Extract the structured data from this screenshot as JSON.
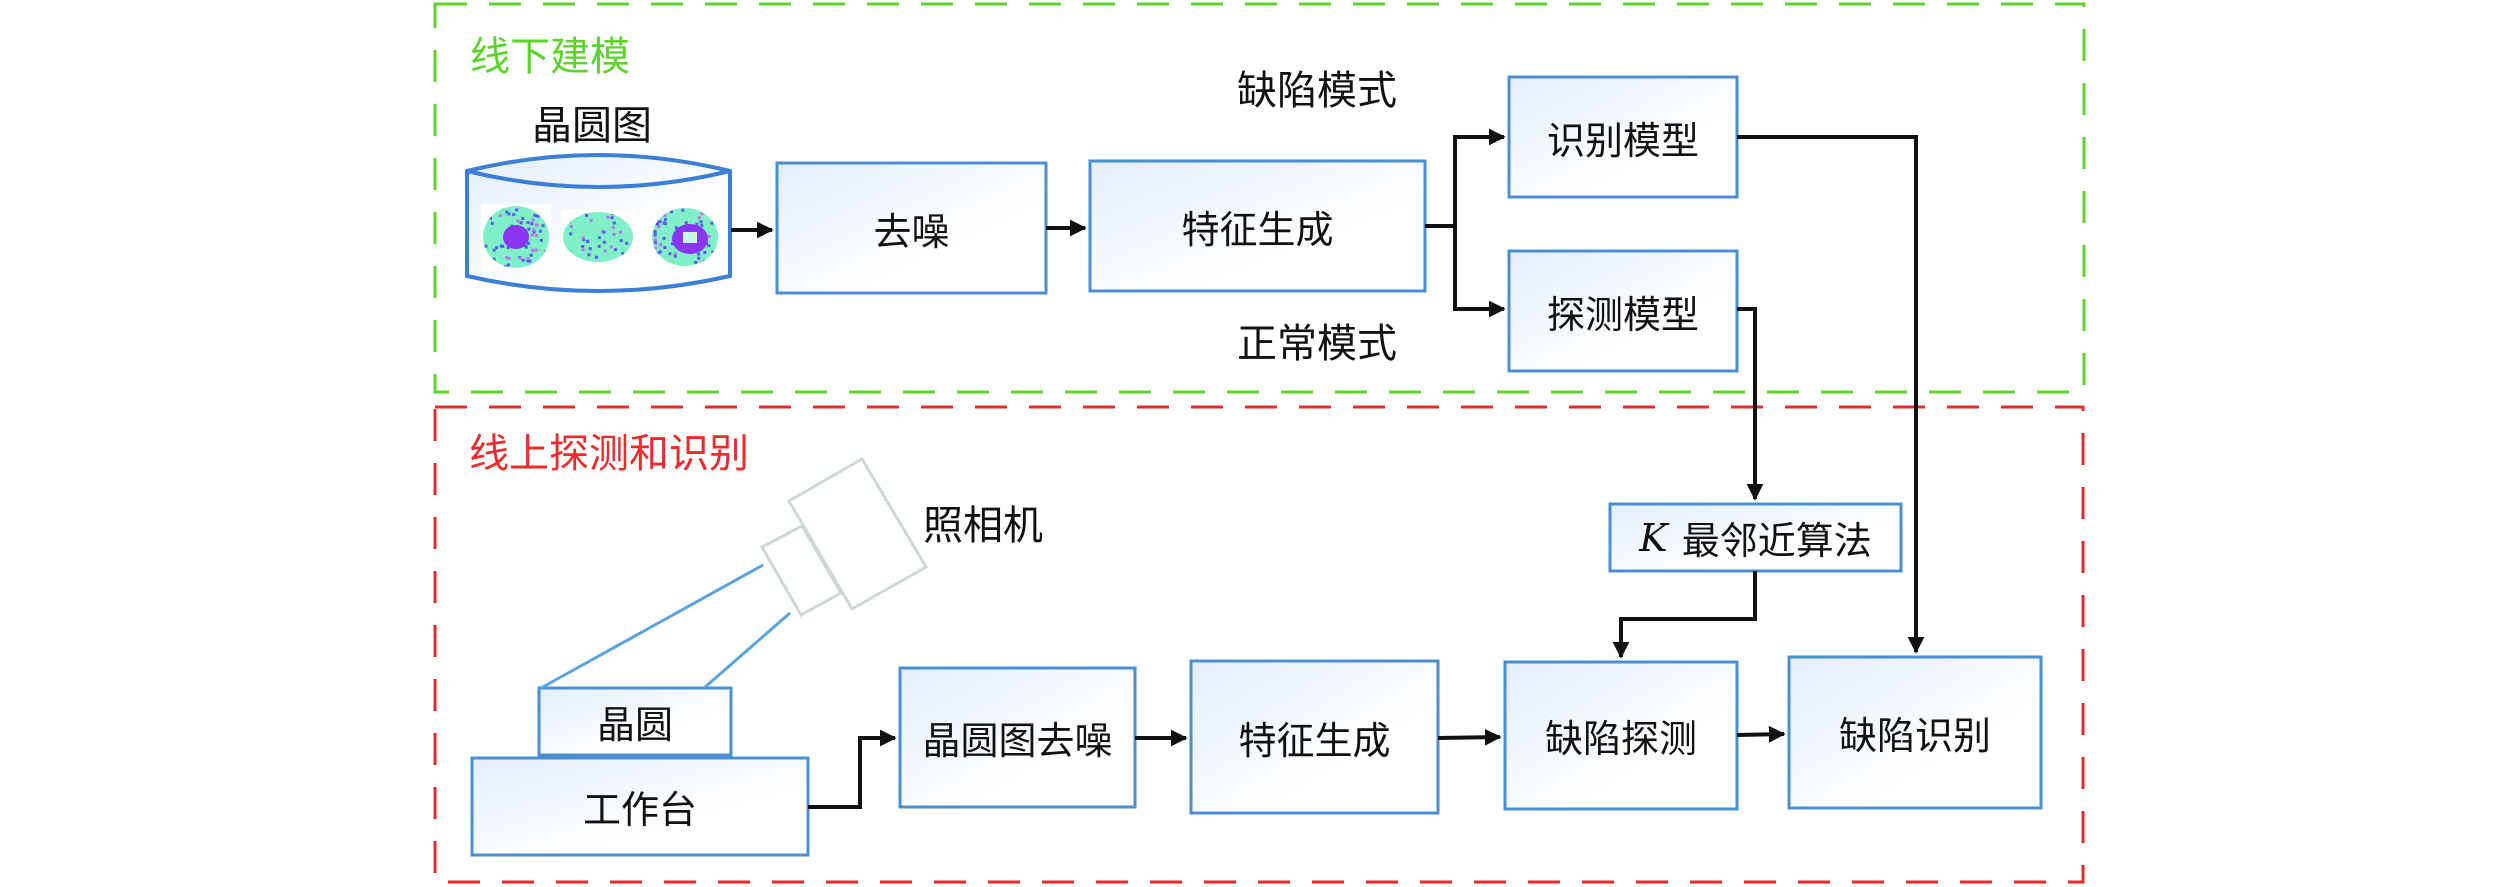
{
  "colors": {
    "offline_frame": "#5cd42c",
    "online_frame": "#ee2a2a",
    "box_border": "#4a8fd4",
    "box_fill_start": "#e3eefc",
    "box_fill_end": "#ffffff",
    "connector": "#111111",
    "camera_outline": "#cfd8d6",
    "camera_ray": "#5aa3dd",
    "wafer_base": "#80f0c8",
    "wafer_defect": "#8a36f0",
    "wafer_speckle": "#5a58ee"
  },
  "offline": {
    "title": "线下建模",
    "wafer_map_label": "晶圆图",
    "wafer_maps": [
      {
        "pattern": "center-defect"
      },
      {
        "pattern": "normal"
      },
      {
        "pattern": "donut-defect"
      }
    ],
    "denoise": "去噪",
    "feature_generation": "特征生成",
    "defect_mode_label": "缺陷模式",
    "normal_mode_label": "正常模式",
    "recognition_model": "识别模型",
    "detection_model": "探测模型"
  },
  "online": {
    "title": "线上探测和识别",
    "camera_label": "照相机",
    "wafer": "晶圆",
    "workbench": "工作台",
    "wafer_map_denoise": "晶圆图去噪",
    "feature_generation": "特征生成",
    "knn_k": "K",
    "knn_text": "最邻近算法",
    "defect_detection": "缺陷探测",
    "defect_recognition": "缺陷识别"
  }
}
